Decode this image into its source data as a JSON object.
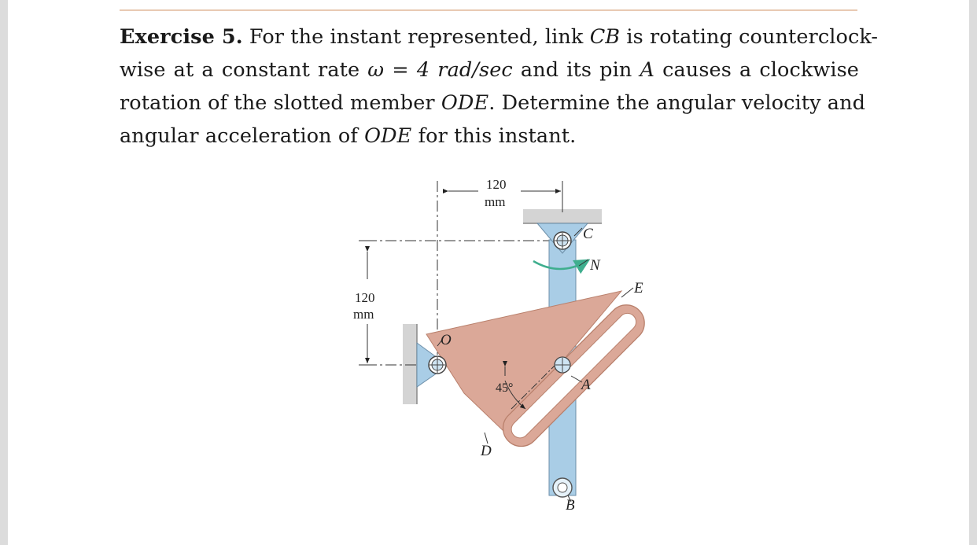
{
  "exercise": {
    "heading": "Exercise 5.",
    "line1_a": "For the instant represented, link ",
    "line1_b": "CB",
    "line1_c": " is rotating counterclock-",
    "line2_a": "wise at a constant rate ",
    "line2_b": "ω = 4 rad/sec",
    "line2_c": " and its pin ",
    "line2_d": "A",
    "line2_e": " causes a clockwise",
    "line3_a": "rotation of the slotted member ",
    "line3_b": "ODE",
    "line3_c": ". Determine the angular velocity and",
    "line4_a": "angular acceleration of ",
    "line4_b": "ODE",
    "line4_c": " for this instant."
  },
  "figure": {
    "dim_top_value": "120",
    "dim_top_unit": "mm",
    "dim_left_value": "120",
    "dim_left_unit": "mm",
    "label_C": "C",
    "label_N": "N",
    "label_E": "E",
    "label_O": "O",
    "label_A": "A",
    "label_D": "D",
    "label_B": "B",
    "angle_label": "45°",
    "colors": {
      "link_cb": "#a9cde6",
      "slotted_member": "#dba898",
      "slotted_member_dark": "#c4846f",
      "ground": "#d9d9d9",
      "arrow_green": "#3fae8e"
    }
  }
}
